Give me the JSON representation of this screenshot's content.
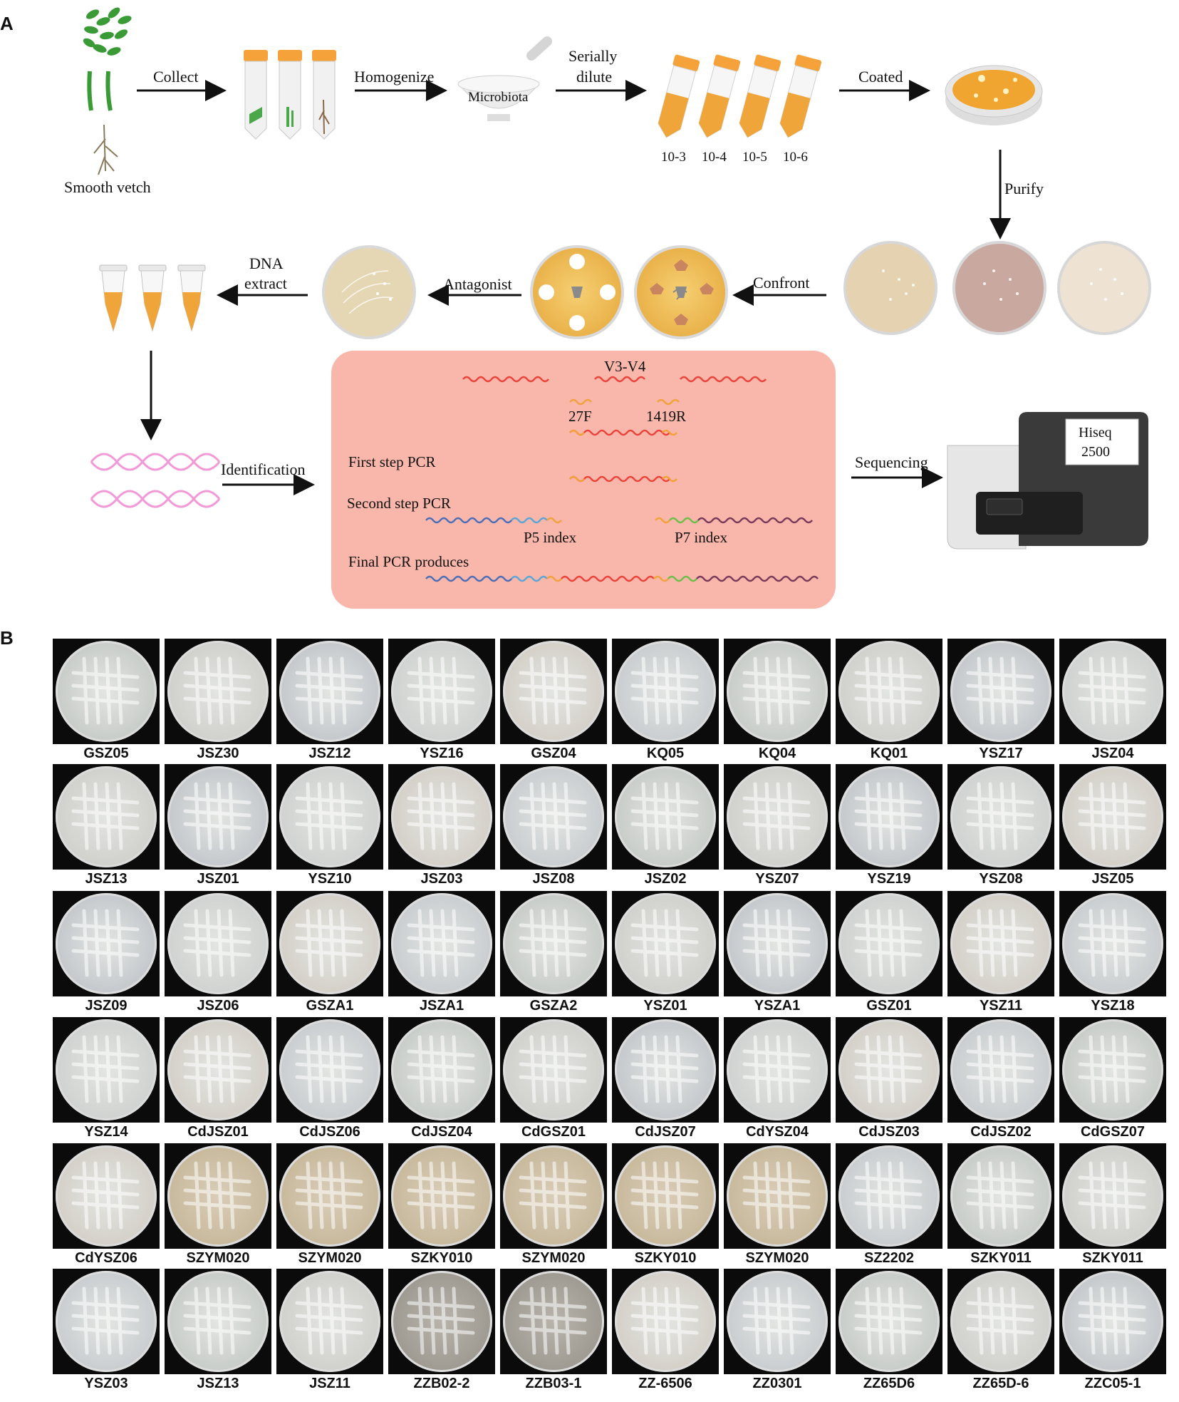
{
  "panel_a": {
    "letter": "A",
    "plant_label": "Smooth vetch",
    "steps": {
      "collect": "Collect",
      "homogenize": "Homogenize",
      "microbiota": "Microbiota",
      "serially_line1": "Serially",
      "serially_line2": "dilute",
      "coated": "Coated",
      "purify": "Purify",
      "confront": "Confront",
      "antagonist": "Antagonist",
      "dna_line1": "DNA",
      "dna_line2": "extract",
      "identification": "Identification",
      "sequencing": "Sequencing"
    },
    "dilutions": [
      "10-3",
      "10-4",
      "10-5",
      "10-6"
    ],
    "pcr": {
      "region": "V3-V4",
      "primer_f": "27F",
      "primer_r": "1419R",
      "first_step": "First step PCR",
      "second_step": "Second step PCR",
      "p5": "P5 index",
      "p7": "P7 index",
      "final": "Final PCR produces"
    },
    "sequencer_line1": "Hiseq",
    "sequencer_line2": "2500",
    "colors": {
      "pcr_box": "#f9b6aa",
      "tube_fill": "#f0a53a",
      "agar": "#f2c15a",
      "dna_pink": "#f29ad8"
    }
  },
  "panel_b": {
    "letter": "B",
    "rows": [
      [
        "GSZ05",
        "JSZ30",
        "JSZ12",
        "YSZ16",
        "GSZ04",
        "KQ05",
        "KQ04",
        "KQ01",
        "YSZ17",
        "JSZ04"
      ],
      [
        "JSZ13",
        "JSZ01",
        "YSZ10",
        "JSZ03",
        "JSZ08",
        "JSZ02",
        "YSZ07",
        "YSZ19",
        "YSZ08",
        "JSZ05"
      ],
      [
        "JSZ09",
        "JSZ06",
        "GSZA1",
        "JSZA1",
        "GSZA2",
        "YSZ01",
        "YSZA1",
        "GSZ01",
        "YSZ11",
        "YSZ18"
      ],
      [
        "YSZ14",
        "CdJSZ01",
        "CdJSZ06",
        "CdJSZ04",
        "CdGSZ01",
        "CdJSZ07",
        "CdYSZ04",
        "CdJSZ03",
        "CdJSZ02",
        "CdGSZ07"
      ],
      [
        "CdYSZ06",
        "SZYM020",
        "SZYM020",
        "SZKY010",
        "SZYM020",
        "SZKY010",
        "SZYM020",
        "SZ2202",
        "SZKY011",
        "SZKY011"
      ],
      [
        "YSZ03",
        "JSZ13",
        "JSZ11",
        "ZZB02-2",
        "ZZB03-1",
        "ZZ-6506",
        "ZZ0301",
        "ZZ65D6",
        "ZZ65D-6",
        "ZZC05-1"
      ]
    ]
  }
}
